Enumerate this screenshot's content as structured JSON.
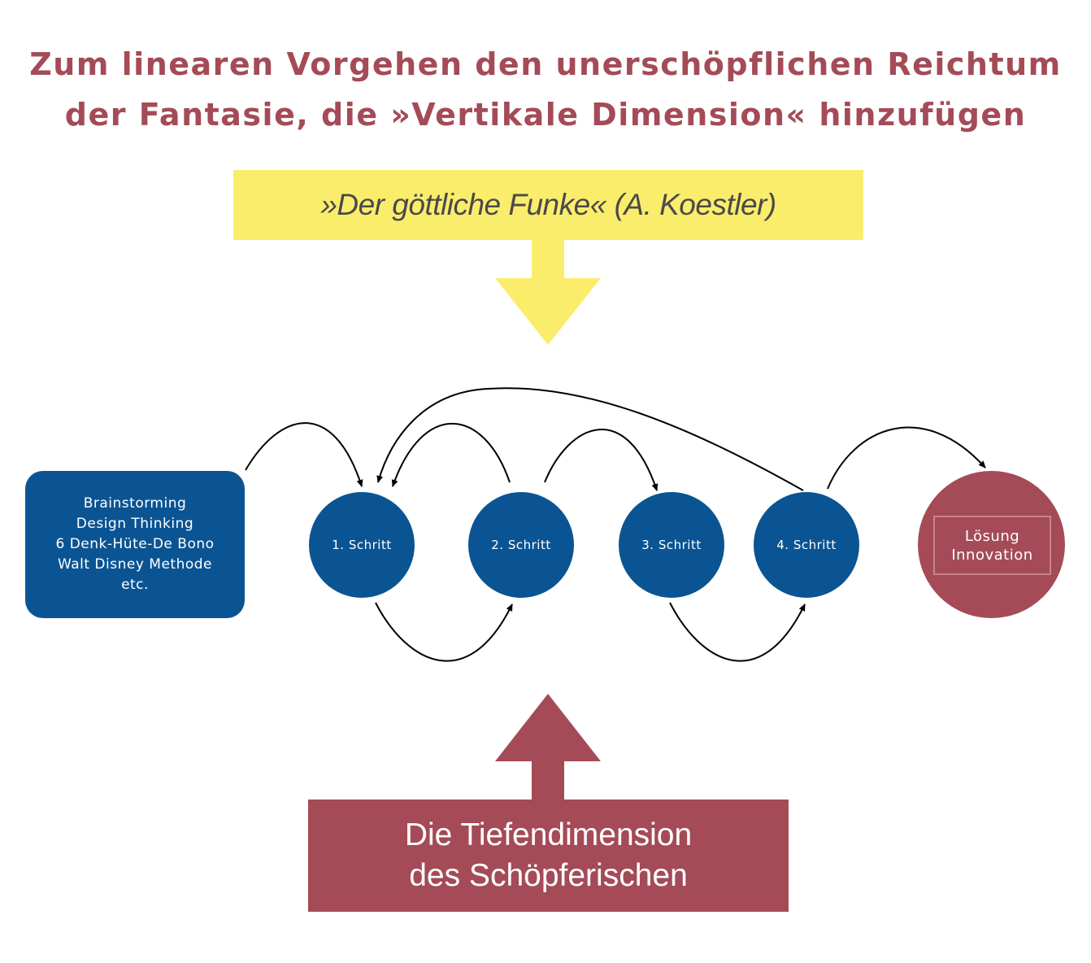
{
  "title": {
    "line1": "Zum linearen Vorgehen den unerschöpflichen Reichtum",
    "line2": "der Fantasie, die »Vertikale Dimension« hinzufügen"
  },
  "spark_box": {
    "label": "»Der göttliche Funke« (A. Koestler)"
  },
  "methods_box": {
    "items": [
      "Brainstorming",
      "Design Thinking",
      "6 Denk-Hüte-De Bono",
      "Walt Disney Methode",
      "etc."
    ]
  },
  "steps": [
    "1. Schritt",
    "2. Schritt",
    "3. Schritt",
    "4. Schritt"
  ],
  "result": {
    "line1": "Lösung",
    "line2": "Innovation"
  },
  "depth_box": {
    "line1": "Die Tiefendimension",
    "line2": "des Schöpferischen"
  },
  "colors": {
    "title": "#a44b57",
    "yellow": "#fbed6c",
    "blue": "#0b5493",
    "red": "#a44b57"
  }
}
